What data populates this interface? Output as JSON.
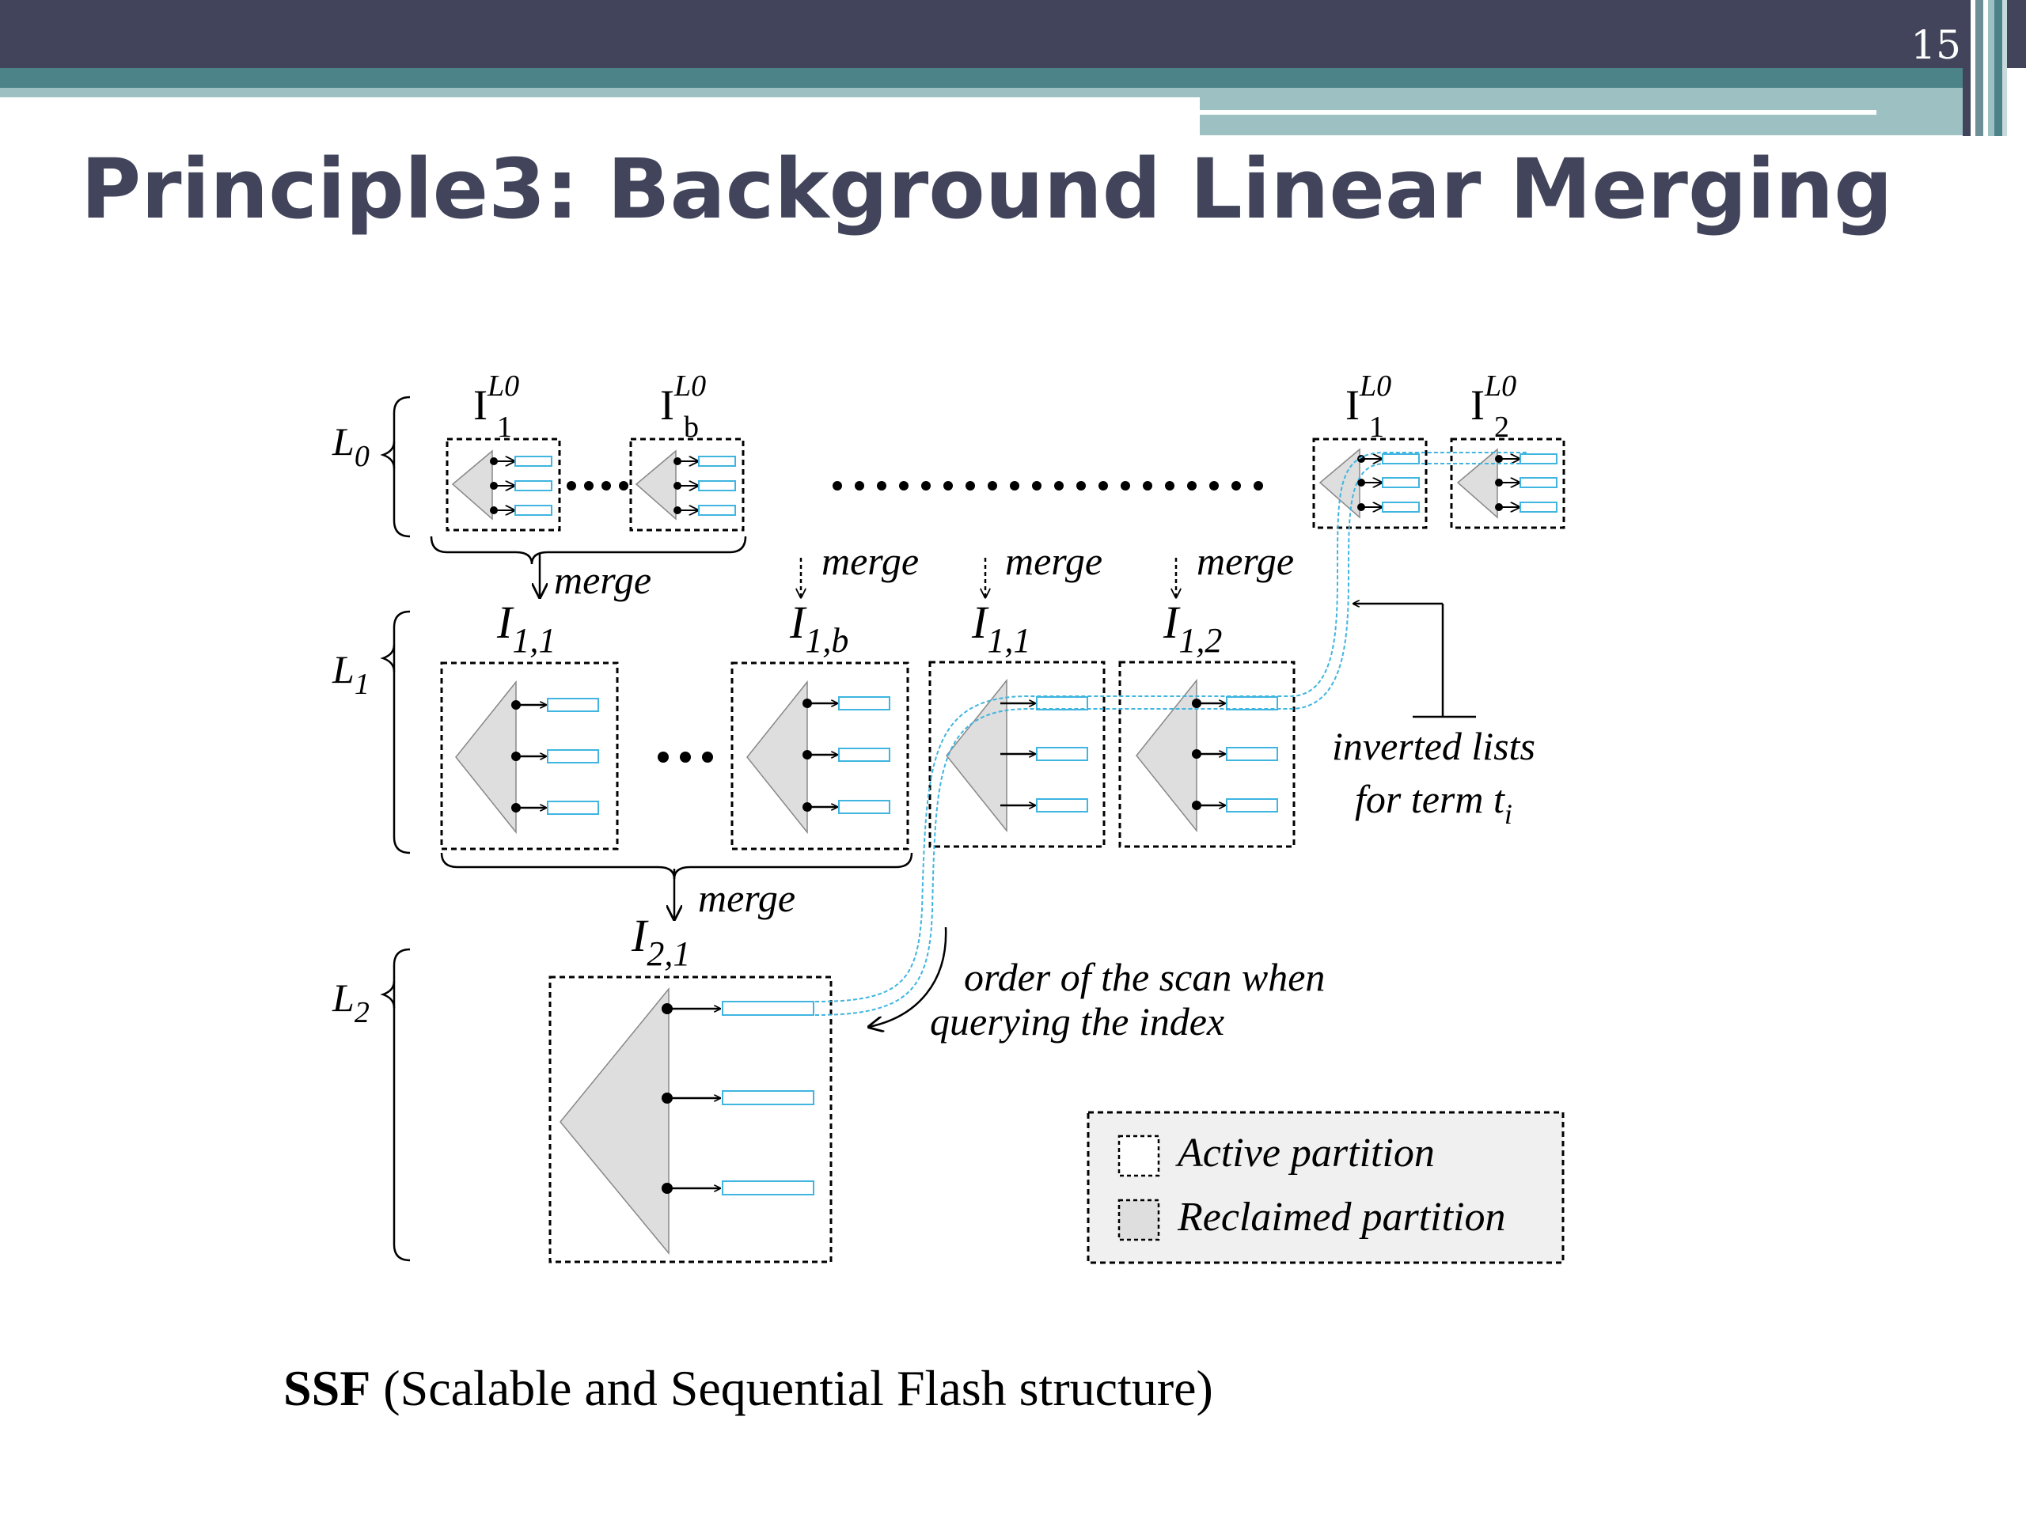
{
  "slide": {
    "number": "15",
    "title": "Principle3: Background Linear Merging",
    "caption_bold": "SSF",
    "caption_rest": " (Scalable and Sequential Flash structure)",
    "colors": {
      "title_bar": "#41445a",
      "teal": "#4b8388",
      "teal_light": "#9dc1c3",
      "title_text": "#41445a",
      "cyan_box": "#3fb5e0",
      "reclaimed_fill": "#dedede"
    }
  },
  "diagram": {
    "levels": [
      "L",
      "L",
      "L"
    ],
    "level_subs": [
      "0",
      "1",
      "2"
    ],
    "l0_labels": [
      {
        "base": "I",
        "sup": "L0",
        "sub": "1"
      },
      {
        "base": "I",
        "sup": "L0",
        "sub": "b"
      },
      {
        "base": "I",
        "sup": "L0",
        "sub": "1"
      },
      {
        "base": "I",
        "sup": "L0",
        "sub": "2"
      }
    ],
    "l1_labels": [
      {
        "base": "I",
        "sub": "1,1"
      },
      {
        "base": "I",
        "sub": "1,b"
      },
      {
        "base": "I",
        "sub": "1,1"
      },
      {
        "base": "I",
        "sub": "1,2"
      }
    ],
    "l2_labels": [
      {
        "base": "I",
        "sub": "2,1"
      }
    ],
    "merge_label": "merge",
    "inverted_lists_line1": "inverted lists",
    "inverted_lists_line2": "for term t",
    "inverted_lists_sub": "i",
    "scan_order_line1": "order of the scan when",
    "scan_order_line2": "querying the index",
    "legend": {
      "active": "Active partition",
      "reclaimed": "Reclaimed partition"
    }
  }
}
